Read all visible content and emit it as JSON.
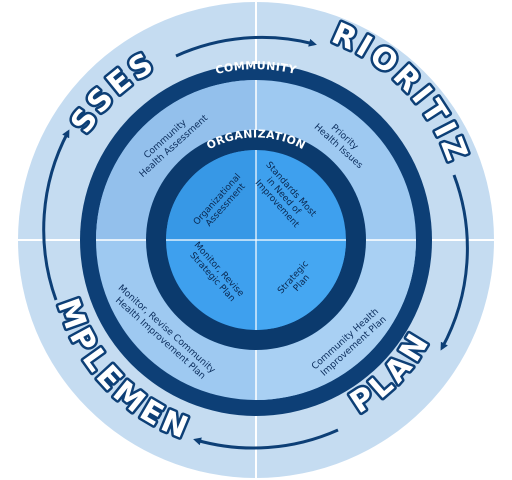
{
  "colors": {
    "outer_ring": "#c5dcf1",
    "dark_band": "#0d3f76",
    "community_quads": "#9ec9f1",
    "org_band": "#0b3a6d",
    "inner_quads": "#3ea0ee",
    "arrow": "#0d3f76"
  },
  "phases": {
    "assess": "ASSESS",
    "prioritize": "PRIORITIZE",
    "plan": "PLAN",
    "implement": "IMPLEMENT"
  },
  "bands": {
    "community": "COMMUNITY",
    "organization": "ORGANIZATION"
  },
  "community_quadrants": {
    "top_left": [
      "Community",
      "Health Assessment"
    ],
    "top_right": [
      "Priority",
      "Health Issues"
    ],
    "bottom_right": [
      "Community Health",
      "Improvement Plan"
    ],
    "bottom_left": [
      "Monitor, Revise Community",
      "Health Improvement Plan"
    ]
  },
  "organization_quadrants": {
    "top_left": [
      "Organizational",
      "Assessment"
    ],
    "top_right": [
      "Standards Most",
      "in Need of",
      "Improvement"
    ],
    "bottom_right": [
      "Strategic",
      "Plan"
    ],
    "bottom_left": [
      "Monitor, Revise",
      "Strategic Plan"
    ]
  }
}
